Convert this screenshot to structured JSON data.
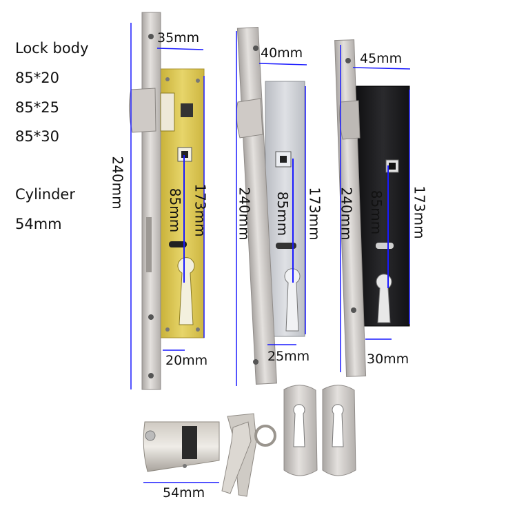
{
  "specs": {
    "lock_body_label": "Lock body",
    "sizes": [
      "85*20",
      "85*25",
      "85*30"
    ],
    "cylinder_label": "Cylinder",
    "cylinder_size": "54mm"
  },
  "locks": [
    {
      "finish": "gold",
      "plate_color": "#d8c24a",
      "width_label": "35mm",
      "backset_label": "20mm",
      "height_label": "240mm",
      "plate_height_label": "173mm",
      "center_label": "85mm"
    },
    {
      "finish": "silver",
      "plate_color": "#c9ccd2",
      "width_label": "40mm",
      "backset_label": "25mm",
      "height_label": "240mm",
      "plate_height_label": "173mm",
      "center_label": "85mm"
    },
    {
      "finish": "black",
      "plate_color": "#1c1c1e",
      "width_label": "45mm",
      "backset_label": "30mm",
      "height_label": "240mm",
      "plate_height_label": "173mm",
      "center_label": "85mm"
    }
  ],
  "cylinder": {
    "length_label": "54mm"
  },
  "colors": {
    "dimension_line": "#1a1aff",
    "faceplate": "#c8c4c0"
  }
}
